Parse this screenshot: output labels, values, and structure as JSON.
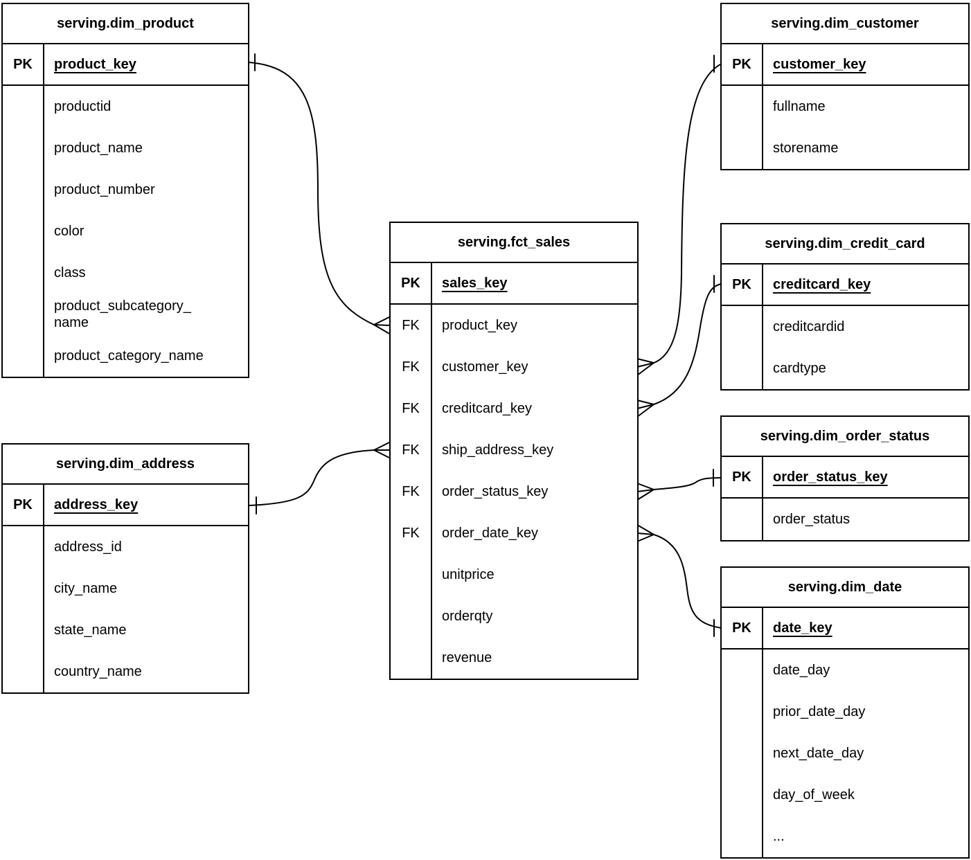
{
  "diagram_type": "entity-relationship-diagram",
  "cardinality_notation": "crows-foot (one = tick, many = fork)",
  "colors": {
    "line": "#000000",
    "background": "#ffffff",
    "text": "#000000"
  },
  "tables": {
    "dim_product": {
      "title": "serving.dim_product",
      "rows": [
        {
          "badge": "PK",
          "name": "product_key"
        },
        {
          "badge": "",
          "name": "productid"
        },
        {
          "badge": "",
          "name": "product_name"
        },
        {
          "badge": "",
          "name": "product_number"
        },
        {
          "badge": "",
          "name": "color"
        },
        {
          "badge": "",
          "name": "class"
        },
        {
          "badge": "",
          "name": "product_subcategory_name"
        },
        {
          "badge": "",
          "name": "product_category_name"
        }
      ]
    },
    "dim_customer": {
      "title": "serving.dim_customer",
      "rows": [
        {
          "badge": "PK",
          "name": "customer_key"
        },
        {
          "badge": "",
          "name": "fullname"
        },
        {
          "badge": "",
          "name": "storename"
        }
      ]
    },
    "fct_sales": {
      "title": "serving.fct_sales",
      "rows": [
        {
          "badge": "PK",
          "name": "sales_key"
        },
        {
          "badge": "FK",
          "name": "product_key"
        },
        {
          "badge": "FK",
          "name": "customer_key"
        },
        {
          "badge": "FK",
          "name": "creditcard_key"
        },
        {
          "badge": "FK",
          "name": "ship_address_key"
        },
        {
          "badge": "FK",
          "name": "order_status_key"
        },
        {
          "badge": "FK",
          "name": "order_date_key"
        },
        {
          "badge": "",
          "name": "unitprice"
        },
        {
          "badge": "",
          "name": "orderqty"
        },
        {
          "badge": "",
          "name": "revenue"
        }
      ]
    },
    "dim_credit_card": {
      "title": "serving.dim_credit_card",
      "rows": [
        {
          "badge": "PK",
          "name": "creditcard_key"
        },
        {
          "badge": "",
          "name": "creditcardid"
        },
        {
          "badge": "",
          "name": "cardtype"
        }
      ]
    },
    "dim_order_status": {
      "title": "serving.dim_order_status",
      "rows": [
        {
          "badge": "PK",
          "name": "order_status_key"
        },
        {
          "badge": "",
          "name": "order_status"
        }
      ]
    },
    "dim_date": {
      "title": "serving.dim_date",
      "rows": [
        {
          "badge": "PK",
          "name": "date_key"
        },
        {
          "badge": "",
          "name": "date_day"
        },
        {
          "badge": "",
          "name": "prior_date_day"
        },
        {
          "badge": "",
          "name": "next_date_day"
        },
        {
          "badge": "",
          "name": "day_of_week"
        },
        {
          "badge": "",
          "name": "..."
        }
      ]
    },
    "dim_address": {
      "title": "serving.dim_address",
      "rows": [
        {
          "badge": "PK",
          "name": "address_key"
        },
        {
          "badge": "",
          "name": "address_id"
        },
        {
          "badge": "",
          "name": "city_name"
        },
        {
          "badge": "",
          "name": "state_name"
        },
        {
          "badge": "",
          "name": "country_name"
        }
      ]
    }
  },
  "relationships": [
    {
      "one": "serving.dim_product.product_key",
      "many": "serving.fct_sales.product_key"
    },
    {
      "one": "serving.dim_customer.customer_key",
      "many": "serving.fct_sales.customer_key"
    },
    {
      "one": "serving.dim_credit_card.creditcard_key",
      "many": "serving.fct_sales.creditcard_key"
    },
    {
      "one": "serving.dim_order_status.order_status_key",
      "many": "serving.fct_sales.order_status_key"
    },
    {
      "one": "serving.dim_date.date_key",
      "many": "serving.fct_sales.order_date_key"
    },
    {
      "one": "serving.dim_address.address_key",
      "many": "serving.fct_sales.ship_address_key"
    }
  ]
}
